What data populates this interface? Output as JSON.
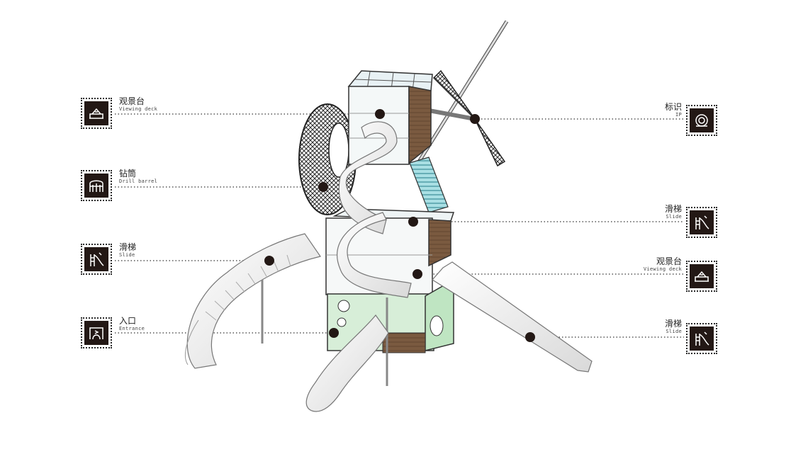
{
  "callouts": {
    "left": [
      {
        "cn": "观景台",
        "en": "Viewing deck",
        "icon": "viewing-deck-icon"
      },
      {
        "cn": "钻筒",
        "en": "Drill barrel",
        "icon": "drill-barrel-icon"
      },
      {
        "cn": "滑梯",
        "en": "Slide",
        "icon": "slide-icon"
      },
      {
        "cn": "入口",
        "en": "Entrance",
        "icon": "entrance-icon"
      }
    ],
    "right": [
      {
        "cn": "标识",
        "en": "IP",
        "icon": "ip-logo-icon"
      },
      {
        "cn": "滑梯",
        "en": "Slide",
        "icon": "slide-icon"
      },
      {
        "cn": "观景台",
        "en": "Viewing deck",
        "icon": "viewing-deck-icon"
      },
      {
        "cn": "滑梯",
        "en": "Slide",
        "icon": "slide-icon"
      }
    ]
  },
  "colors": {
    "ink": "#231815",
    "wood": "#7a5a40",
    "glass_green": "#bfe5c2",
    "teal_stairs": "#5fb6c0",
    "slide_white": "#f2f2f2"
  }
}
